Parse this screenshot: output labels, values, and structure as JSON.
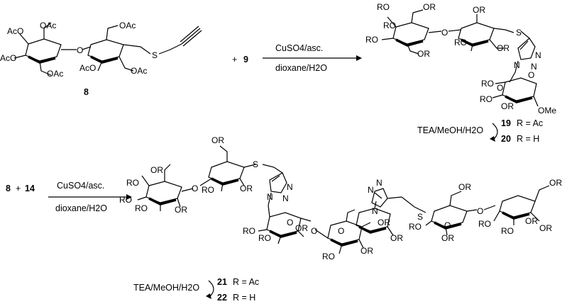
{
  "reaction1": {
    "compound_start": "8",
    "plus": "+",
    "reagent_compound": "9",
    "conditions_top": "CuSO4/asc.",
    "conditions_bottom": "dioxane/H2O",
    "deprotection": "TEA/MeOH/H2O",
    "product_ac_num": "19",
    "product_ac_r": "R = Ac",
    "product_h_num": "20",
    "product_h_r": "R = H",
    "labels": {
      "s": "S",
      "ome": "OMe",
      "triazole_n1": "N",
      "triazole_n2": "N",
      "triazole_n3": "N"
    }
  },
  "reaction2": {
    "reactant_a": "8",
    "plus": "+",
    "reactant_b": "14",
    "conditions_top": "CuSO4/asc.",
    "conditions_bottom": "dioxane/H2O",
    "deprotection": "TEA/MeOH/H2O",
    "product_ac_num": "21",
    "product_ac_r": "R = Ac",
    "product_h_num": "22",
    "product_h_r": "R = H"
  },
  "substituents": {
    "oac": "OAc",
    "aco": "AcO",
    "or": "OR",
    "ro": "RO",
    "o": "O",
    "s": "S",
    "n": "N"
  }
}
